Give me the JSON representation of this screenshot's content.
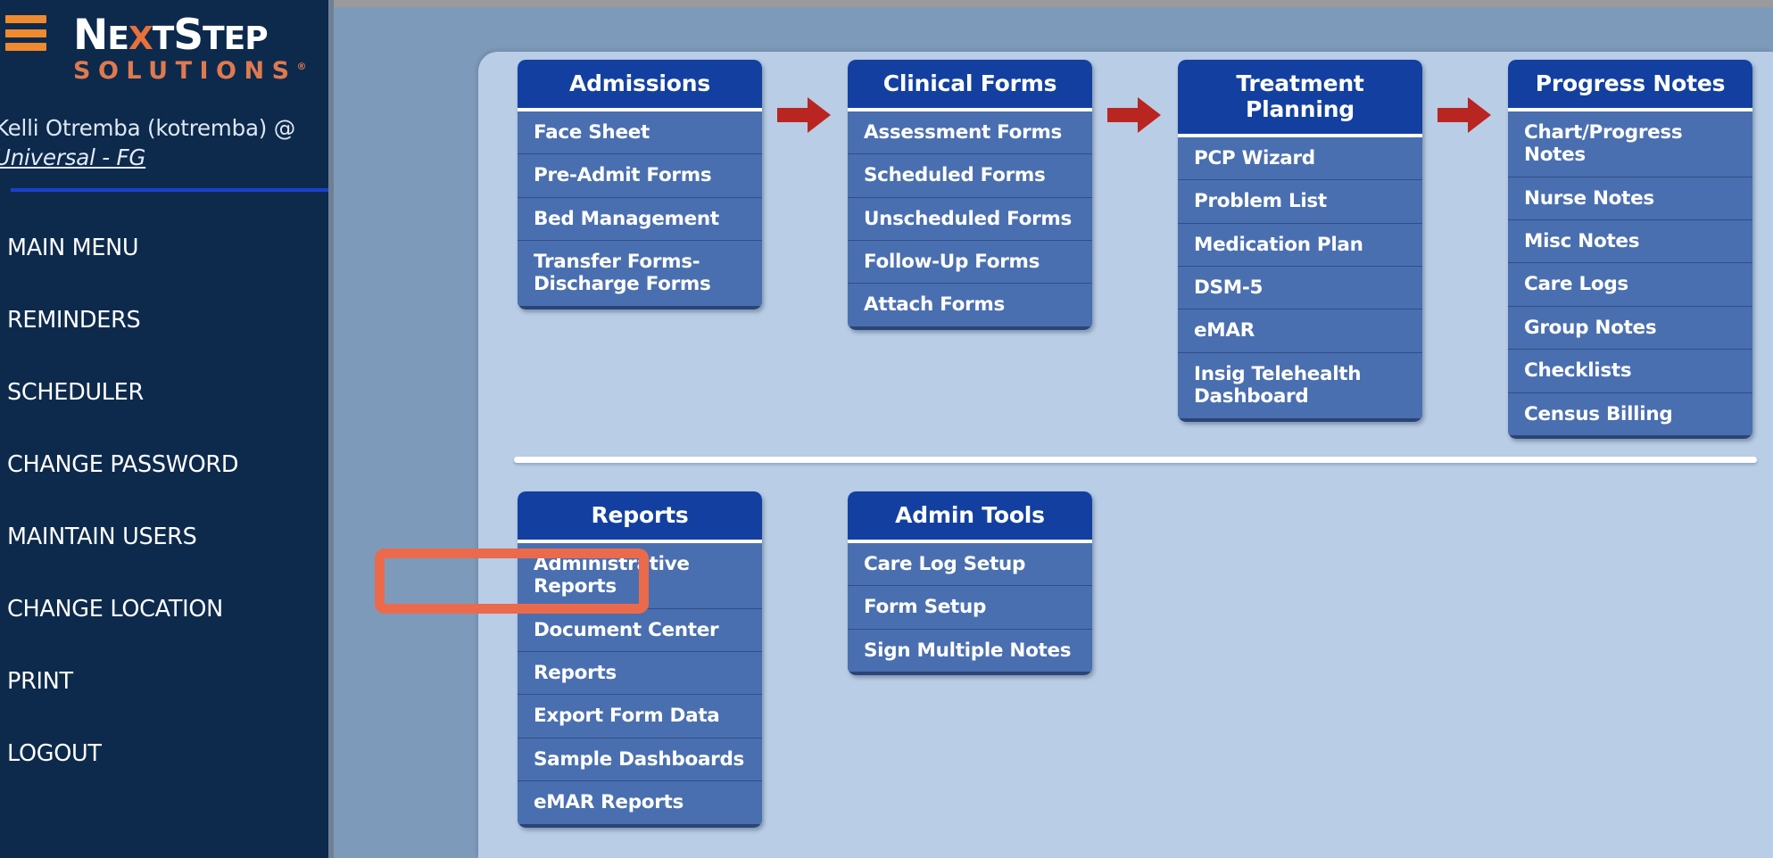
{
  "app": {
    "brand_line1_parts": [
      "N",
      "EXT",
      "S",
      "TEP"
    ],
    "brand_line1": "NEXTSTEP",
    "brand_line2": "SOLUTIONS",
    "brand_registered": "®",
    "colors": {
      "sidebar_bg": "#0d2a4d",
      "page_bg": "#7e9abb",
      "panel_bg": "#b9cde6",
      "card_header": "#1340a0",
      "card_item": "#4a6fb0",
      "accent_orange": "#f08a2e",
      "brand_orange": "#e07a4e",
      "arrow_red": "#b92520",
      "highlight_orange": "#eb6a4b"
    }
  },
  "sidebar": {
    "hamburger_icon": "hamburger-menu-icon",
    "user_line": "Kelli Otremba (kotremba) @",
    "facility": "Universal - FG",
    "items": [
      {
        "label": "MAIN MENU"
      },
      {
        "label": "REMINDERS"
      },
      {
        "label": "SCHEDULER"
      },
      {
        "label": "CHANGE PASSWORD"
      },
      {
        "label": "MAINTAIN USERS"
      },
      {
        "label": "CHANGE LOCATION"
      },
      {
        "label": "PRINT"
      },
      {
        "label": "LOGOUT"
      }
    ]
  },
  "main": {
    "top_row": [
      {
        "title": "Admissions",
        "items": [
          "Face Sheet",
          "Pre-Admit Forms",
          "Bed Management",
          "Transfer Forms-Discharge Forms"
        ]
      },
      {
        "title": "Clinical Forms",
        "items": [
          "Assessment Forms",
          "Scheduled Forms",
          "Unscheduled Forms",
          "Follow-Up Forms",
          "Attach Forms"
        ]
      },
      {
        "title": "Treatment Planning",
        "items": [
          "PCP Wizard",
          "Problem List",
          "Medication Plan",
          "DSM-5",
          "eMAR",
          "Insig Telehealth Dashboard"
        ]
      },
      {
        "title": "Progress Notes",
        "items": [
          "Chart/Progress Notes",
          "Nurse Notes",
          "Misc Notes",
          "Care Logs",
          "Group Notes",
          "Checklists",
          "Census Billing"
        ]
      }
    ],
    "arrow_icon": "arrow-right-icon",
    "arrow_count": 3,
    "bottom_row": [
      {
        "title": "Reports",
        "items": [
          "Administrative Reports",
          "Document Center",
          "Reports",
          "Export Form Data",
          "Sample Dashboards",
          "eMAR Reports"
        ]
      },
      {
        "title": "Admin Tools",
        "items": [
          "Care Log Setup",
          "Form Setup",
          "Sign Multiple Notes"
        ]
      }
    ],
    "highlight": {
      "target": "Administrative Reports",
      "color": "#eb6a4b"
    }
  }
}
